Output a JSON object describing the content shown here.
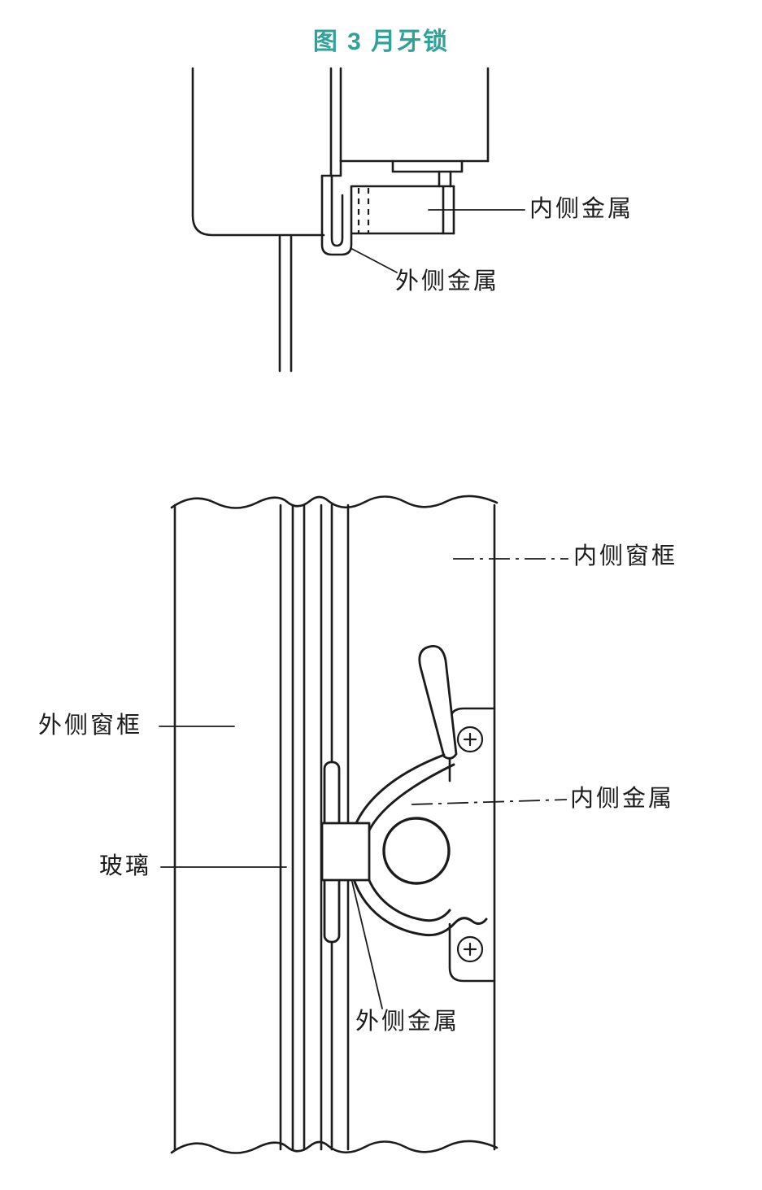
{
  "title": "图 3 月牙锁",
  "colors": {
    "title-accent": "#2fa39a",
    "line": "#1c1c1c",
    "background": "#ffffff"
  },
  "icons": {
    "screw": "circle-plus"
  },
  "figure": {
    "top_view": {
      "labels": {
        "inner_metal": "内侧金属",
        "outer_metal": "外侧金属"
      }
    },
    "bottom_view": {
      "labels": {
        "inner_frame": "内侧窗框",
        "outer_frame": "外侧窗框",
        "glass": "玻璃",
        "inner_metal": "内侧金属",
        "outer_metal": "外侧金属"
      }
    }
  }
}
